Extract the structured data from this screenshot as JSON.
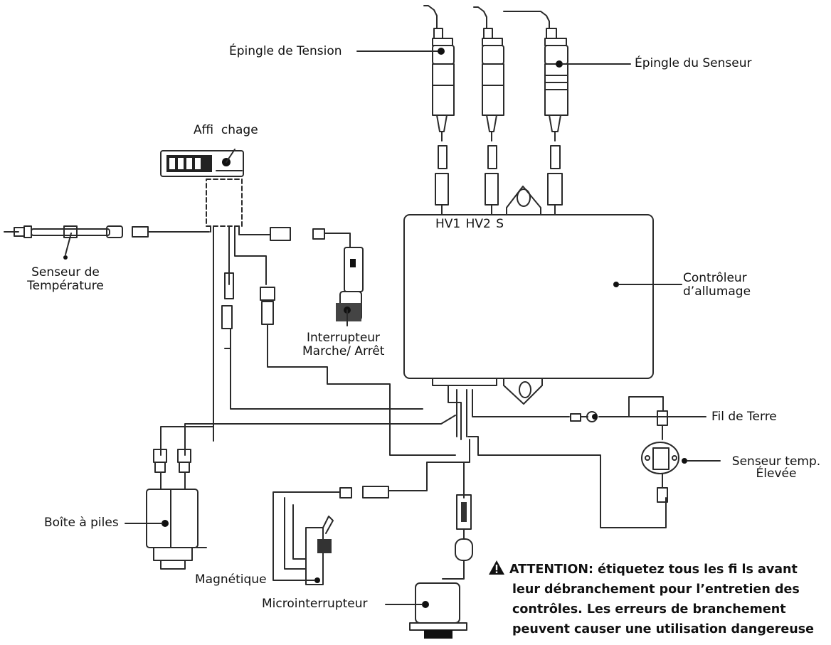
{
  "labels": {
    "epingle_tension": "Épingle de Tension",
    "epingle_senseur": "Épingle du Senseur",
    "affichage": "Affi  chage",
    "senseur_temperature_l1": "Senseur de",
    "senseur_temperature_l2": "Température",
    "controleur_l1": "Contrôleur",
    "controleur_l2": "d’allumage",
    "interrupteur_l1": "Interrupteur",
    "interrupteur_l2": "Marche/ Arrêt",
    "fil_de_terre": "Fil de Terre",
    "senseur_eleve_l1": "Senseur temp.",
    "senseur_eleve_l2": "Élevée",
    "boite_piles": "Boîte à piles",
    "magnetique": "Magnétique",
    "microinterrupteur": "Microinterrupteur"
  },
  "terminals": "HV1 HV2 S",
  "warning": {
    "icon": "warning-triangle-icon",
    "line1": "ATTENTION: étiquetez tous les fi ls avant",
    "line2": "leur débranchement pour l’entretien des",
    "line3": "contrôles. Les erreurs de branchement",
    "line4": "peuvent causer une utilisation dangereuse"
  },
  "colors": {
    "ink": "#111111",
    "line": "#2a2a2a",
    "fill": "#ffffff"
  }
}
